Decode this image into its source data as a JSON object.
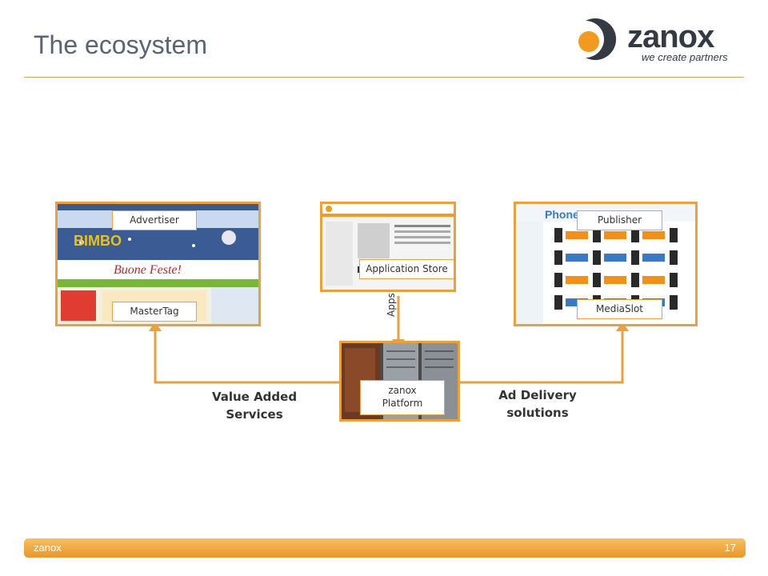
{
  "slide": {
    "title": "The ecosystem"
  },
  "logo": {
    "brand": "zanox",
    "tagline": "we create partners",
    "brand_color": "#f29a1f"
  },
  "nodes": {
    "advertiser": {
      "label": "Advertiser"
    },
    "mastertag": {
      "label": "MasterTag"
    },
    "app_store": {
      "label": "Application Store"
    },
    "publisher": {
      "label": "Publisher"
    },
    "mediaslot": {
      "label": "MediaSlot"
    },
    "platform": {
      "label_line1": "zanox",
      "label_line2": "Platform"
    }
  },
  "connectors": {
    "left": {
      "line1": "Value Added",
      "line2": "Services"
    },
    "right": {
      "line1": "Ad Delivery",
      "line2": "solutions"
    },
    "apps": "Apps"
  },
  "footer": {
    "left": "zanox",
    "page": "17"
  },
  "colors": {
    "accent": "#e8a040",
    "title": "#5a6470",
    "footer": "#eea23a"
  }
}
